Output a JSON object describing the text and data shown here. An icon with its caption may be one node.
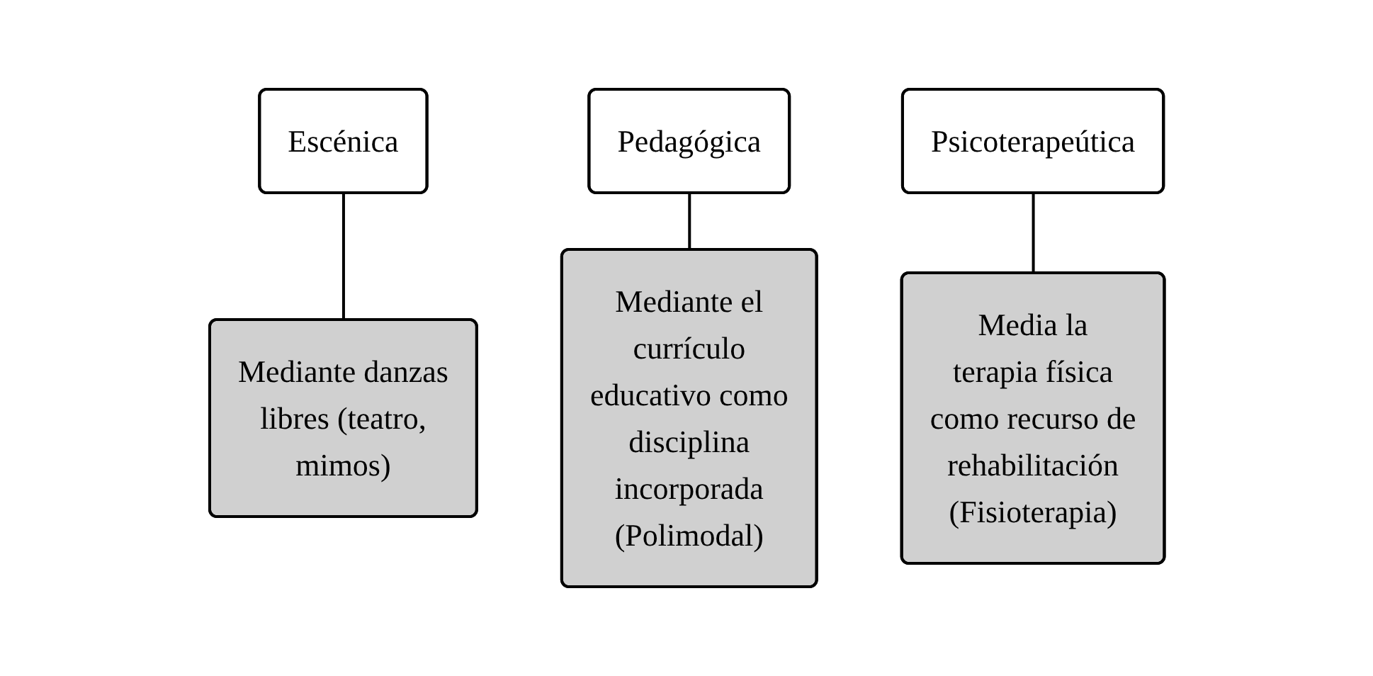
{
  "diagram": {
    "nodes": [
      {
        "text": [
          "Escénica"
        ]
      },
      {
        "text": [
          "Mediante danzas libres (teatro, mimos)"
        ]
      },
      {
        "text": [
          "Pedagógica"
        ]
      },
      {
        "text": [
          "Mediante el currículo educativo como disciplina incorporada (Polimodal)"
        ]
      },
      {
        "text": [
          "Psicoterapeútica"
        ]
      },
      {
        "text": [
          "Media la terapia física como recurso de rehabilitación (Fisioterapia)"
        ]
      }
    ],
    "edges": [
      {
        "from": 0,
        "to": 1,
        "arrow": "none"
      },
      {
        "from": 2,
        "to": 3,
        "arrow": "none"
      },
      {
        "from": 4,
        "to": 5,
        "arrow": "none"
      }
    ]
  }
}
